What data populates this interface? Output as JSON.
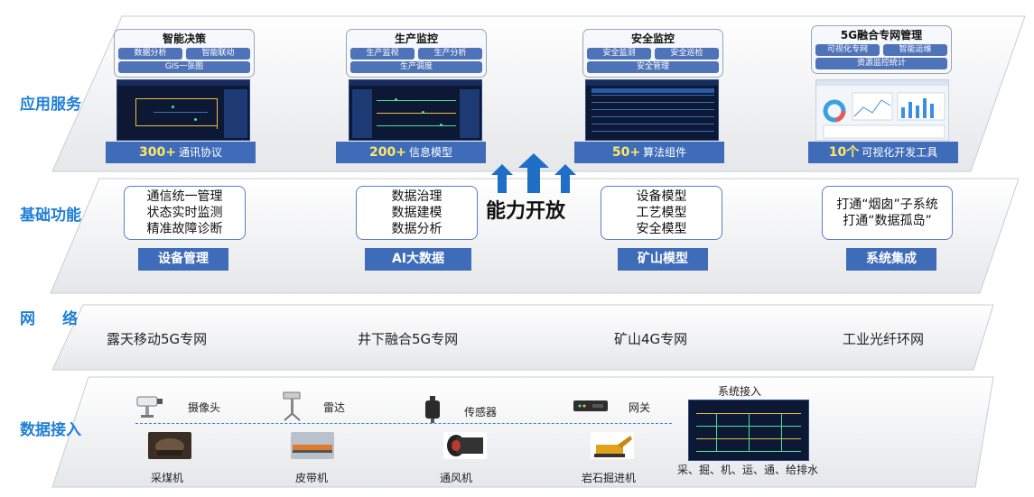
{
  "layers": {
    "application": "应用服务",
    "foundation": "基础功能",
    "network": "网络",
    "data_access": "数据接入"
  },
  "apps": [
    {
      "title": "智能决策",
      "rows": [
        [
          "数据分析",
          "智能联动"
        ],
        [
          "GIS一张图"
        ]
      ],
      "stat_number": "300+",
      "stat_label": "通讯协议"
    },
    {
      "title": "生产监控",
      "rows": [
        [
          "生产监视",
          "生产分析"
        ],
        [
          "生产调度"
        ]
      ],
      "stat_number": "200+",
      "stat_label": "信息模型"
    },
    {
      "title": "安全监控",
      "rows": [
        [
          "安全监测",
          "安全巡检"
        ],
        [
          "安全管理"
        ]
      ],
      "stat_number": "50+",
      "stat_label": "算法组件"
    },
    {
      "title": "5G融合专网管理",
      "rows": [
        [
          "可视化专网",
          "智能运维"
        ],
        [
          "资源监控统计"
        ]
      ],
      "stat_number": "10个",
      "stat_label": "可视化开发工具"
    }
  ],
  "capability_label": "能力开放",
  "functions": [
    {
      "lines": [
        "通信统一管理",
        "状态实时监测",
        "精准故障诊断"
      ],
      "tag": "设备管理"
    },
    {
      "lines": [
        "数据治理",
        "数据建模",
        "数据分析"
      ],
      "tag": "AI大数据"
    },
    {
      "lines": [
        "设备模型",
        "工艺模型",
        "安全模型"
      ],
      "tag": "矿山模型"
    },
    {
      "lines": [
        "打通“烟囱”子系统",
        "打通“数据孤岛”"
      ],
      "tag": "系统集成"
    }
  ],
  "networks": [
    "露天移动5G专网",
    "井下融合5G专网",
    "矿山4G专网",
    "工业光纤环网"
  ],
  "devices_top": [
    "摄像头",
    "雷达",
    "传感器",
    "网关"
  ],
  "devices_bottom": [
    "采煤机",
    "皮带机",
    "通风机",
    "岩石掘进机"
  ],
  "system_access": {
    "title": "系统接入",
    "caption": "采、掘、机、运、通、给排水"
  },
  "colors": {
    "layer_label": "#1f7fd6",
    "tag_fill": "#3f6cb8",
    "stat_number": "#ffe766",
    "arrow": "#1f6fc6"
  },
  "icons": [
    "camera-icon",
    "radar-icon",
    "sensor-icon",
    "gateway-icon",
    "arrow-up-icon"
  ]
}
